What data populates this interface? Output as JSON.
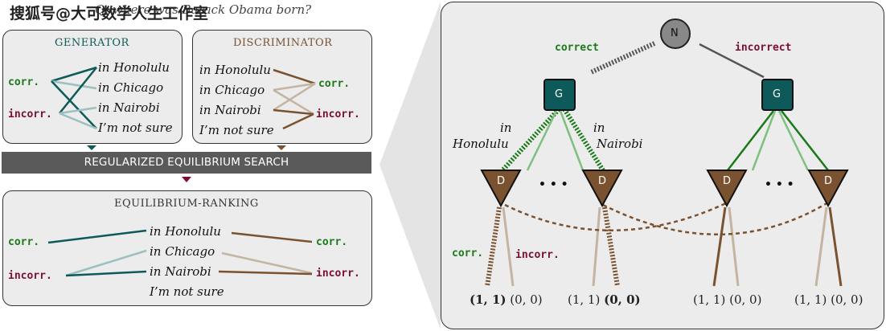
{
  "header": {
    "watermark": "搜狐号@大可数学人生工作室",
    "question": "Q: where was Barack Obama born?"
  },
  "generator": {
    "title": "GENERATOR",
    "labels": [
      "corr.",
      "incorr."
    ],
    "answers": [
      "in Honolulu",
      "in Chicago",
      "in Nairobi",
      "I’m not sure"
    ]
  },
  "discriminator": {
    "title": "DISCRIMINATOR",
    "answers": [
      "in Honolulu",
      "in Chicago",
      "in Nairobi",
      "I’m not sure"
    ],
    "labels": [
      "corr.",
      "incorr."
    ]
  },
  "search_bar": {
    "label": "REGULARIZED EQUILIBRIUM SEARCH"
  },
  "ranking": {
    "title": "EQUILIBRIUM-RANKING",
    "left_labels": [
      "corr.",
      "incorr."
    ],
    "answers": [
      "in Honolulu",
      "in Chicago",
      "in Nairobi",
      "I’m not sure"
    ],
    "right_labels": [
      "corr.",
      "incorr."
    ]
  },
  "tree": {
    "root": "N",
    "branch_correct": "correct",
    "branch_incorrect": "incorrect",
    "g_node": "G",
    "d_node": "D",
    "ellipsis": "• • •",
    "edge_in_honolulu": [
      "in",
      "Honolulu"
    ],
    "edge_in_nairobi": [
      "in",
      "Nairobi"
    ],
    "edge_corr": "corr.",
    "edge_incorr": "incorr.",
    "payoffs": [
      {
        "a": "(1, 1)",
        "b": "(0, 0)",
        "bold": "a"
      },
      {
        "a": "(1, 1)",
        "b": "(0, 0)",
        "bold": "b"
      },
      {
        "a": "(1, 1)",
        "b": "(0, 0)",
        "bold": "none"
      },
      {
        "a": "(1, 1)",
        "b": "(0, 0)",
        "bold": "none"
      }
    ]
  },
  "colors": {
    "generator": "#0e5a5a",
    "generator_light": "#9cc0c0",
    "discriminator": "#7a5230",
    "discriminator_light": "#c4b4a2",
    "green": "#1a7a1a",
    "maroon": "#7a1030"
  }
}
